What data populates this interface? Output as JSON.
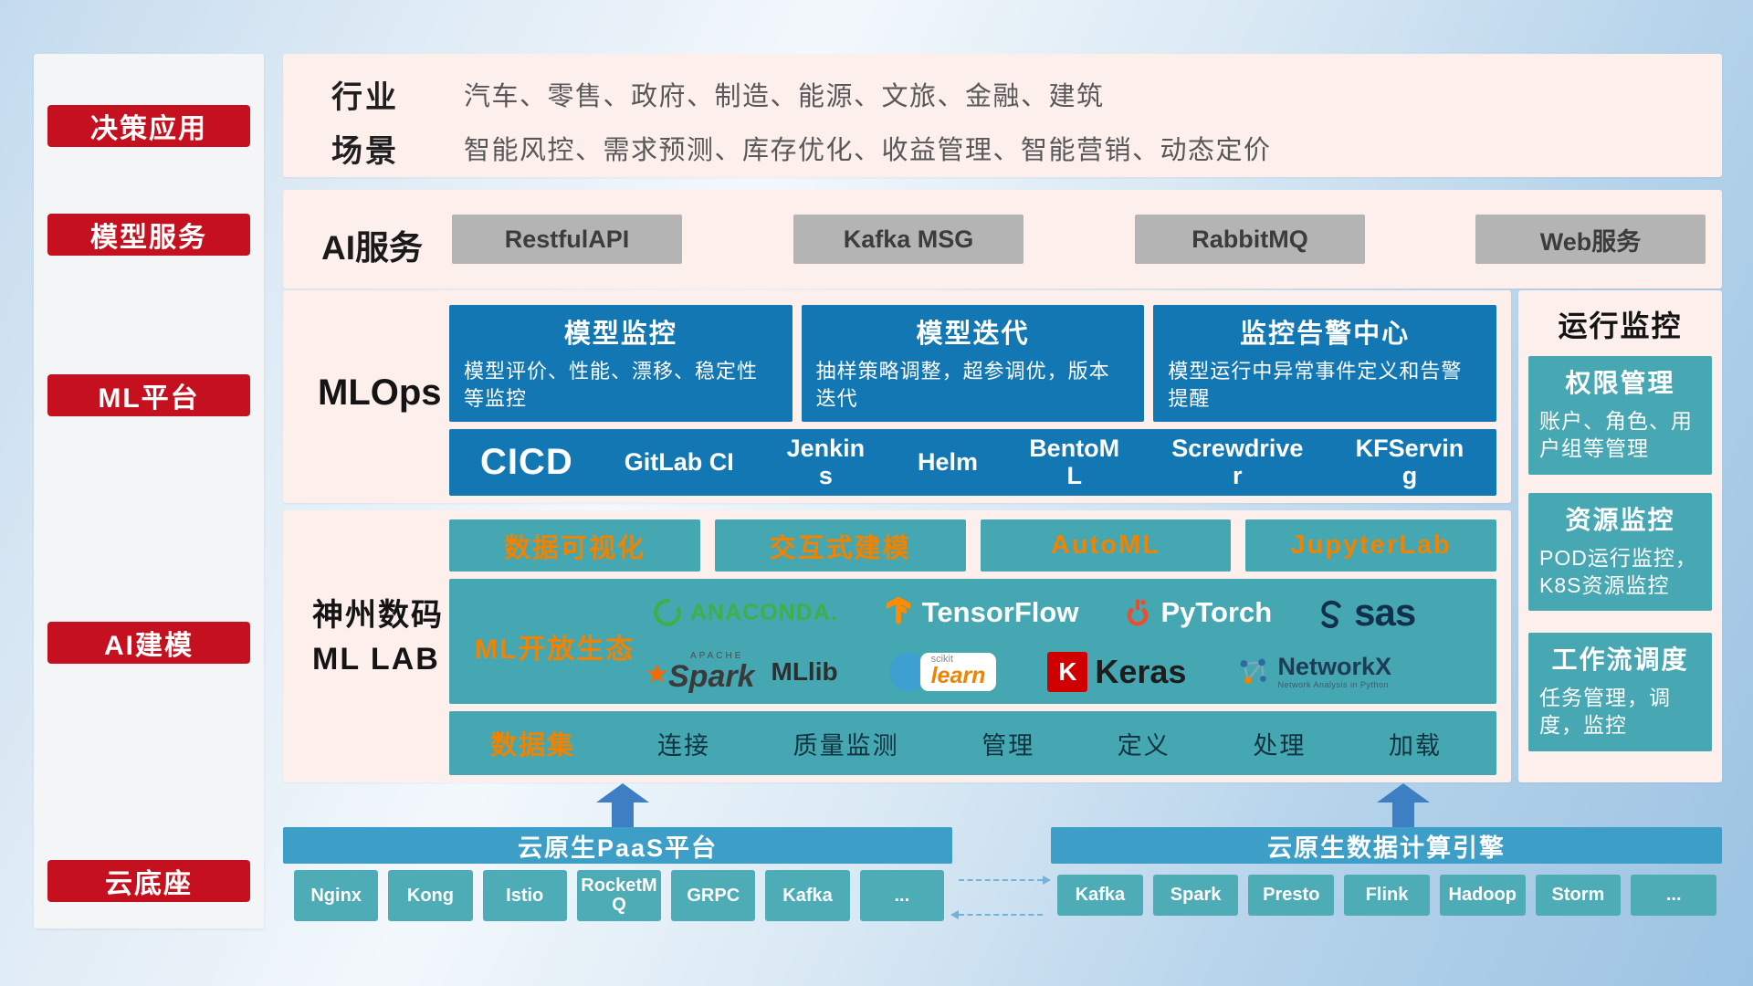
{
  "sidebar": {
    "items": [
      {
        "label": "决策应用"
      },
      {
        "label": "模型服务"
      },
      {
        "label": "ML平台"
      },
      {
        "label": "AI建模"
      },
      {
        "label": "云底座"
      }
    ]
  },
  "apps": {
    "industry_label": "行业",
    "industry_text": "汽车、零售、政府、制造、能源、文旅、金融、建筑",
    "scene_label": "场景",
    "scene_text": "智能风控、需求预测、库存优化、收益管理、智能营销、动态定价"
  },
  "ai_service": {
    "label": "AI服务",
    "buttons": [
      {
        "label": "RestfulAPI"
      },
      {
        "label": "Kafka MSG"
      },
      {
        "label": "RabbitMQ"
      },
      {
        "label": "Web服务"
      }
    ]
  },
  "mlops": {
    "label": "MLOps",
    "cards": [
      {
        "title": "模型监控",
        "desc": "模型评价、性能、漂移、稳定性等监控"
      },
      {
        "title": "模型迭代",
        "desc": "抽样策略调整，超参调优，版本迭代"
      },
      {
        "title": "监控告警中心",
        "desc": "模型运行中异常事件定义和告警提醒"
      }
    ],
    "cicd_label": "CICD",
    "cicd_items": [
      {
        "label": "GitLab CI"
      },
      {
        "label": "Jenkins"
      },
      {
        "label": "Helm"
      },
      {
        "label": "BentoML"
      },
      {
        "label": "Screwdriver"
      },
      {
        "label": "KFServing"
      }
    ]
  },
  "mllab": {
    "label_line1": "神州数码",
    "label_line2": "ML LAB",
    "tools": [
      {
        "label": "数据可视化"
      },
      {
        "label": "交互式建模"
      },
      {
        "label": "AutoML"
      },
      {
        "label": "JupyterLab"
      }
    ],
    "eco_label": "ML开放生态",
    "logos": {
      "anaconda": "ANACONDA.",
      "tensorflow": "TensorFlow",
      "pytorch": "PyTorch",
      "sas": "sas",
      "spark_apache": "APACHE",
      "spark": "Spark",
      "mllib": "MLlib",
      "sklearn_top": "scikit",
      "sklearn": "learn",
      "keras_letter": "K",
      "keras": "Keras",
      "networkx": "NetworkX",
      "networkx_sub": "Network Analysis in Python"
    },
    "dataset_label": "数据集",
    "dataset_items": [
      {
        "label": "连接"
      },
      {
        "label": "质量监测"
      },
      {
        "label": "管理"
      },
      {
        "label": "定义"
      },
      {
        "label": "处理"
      },
      {
        "label": "加载"
      }
    ]
  },
  "monitor": {
    "title": "运行监控",
    "cards": [
      {
        "title": "权限管理",
        "desc": "账户、角色、用户组等管理"
      },
      {
        "title": "资源监控",
        "desc": "POD运行监控，K8S资源监控"
      },
      {
        "title": "工作流调度",
        "desc": "任务管理，调度，监控"
      }
    ]
  },
  "cloud": {
    "paas": {
      "title": "云原生PaaS平台",
      "items": [
        {
          "label": "Nginx"
        },
        {
          "label": "Kong"
        },
        {
          "label": "Istio"
        },
        {
          "label": "RocketMQ"
        },
        {
          "label": "GRPC"
        },
        {
          "label": "Kafka"
        },
        {
          "label": "..."
        }
      ]
    },
    "engine": {
      "title": "云原生数据计算引擎",
      "items": [
        {
          "label": "Kafka"
        },
        {
          "label": "Spark"
        },
        {
          "label": "Presto"
        },
        {
          "label": "Flink"
        },
        {
          "label": "Hadoop"
        },
        {
          "label": "Storm"
        },
        {
          "label": "..."
        }
      ]
    }
  },
  "colors": {
    "accent_red": "#c5101f",
    "panel_pink": "#fdf0ec",
    "deep_blue": "#1377b4",
    "teal": "#45a7b1",
    "orange": "#f08300",
    "bar_blue": "#3d9fc8",
    "arrow_blue": "#3e7fc4",
    "chip_gray": "#b4b4b4"
  }
}
